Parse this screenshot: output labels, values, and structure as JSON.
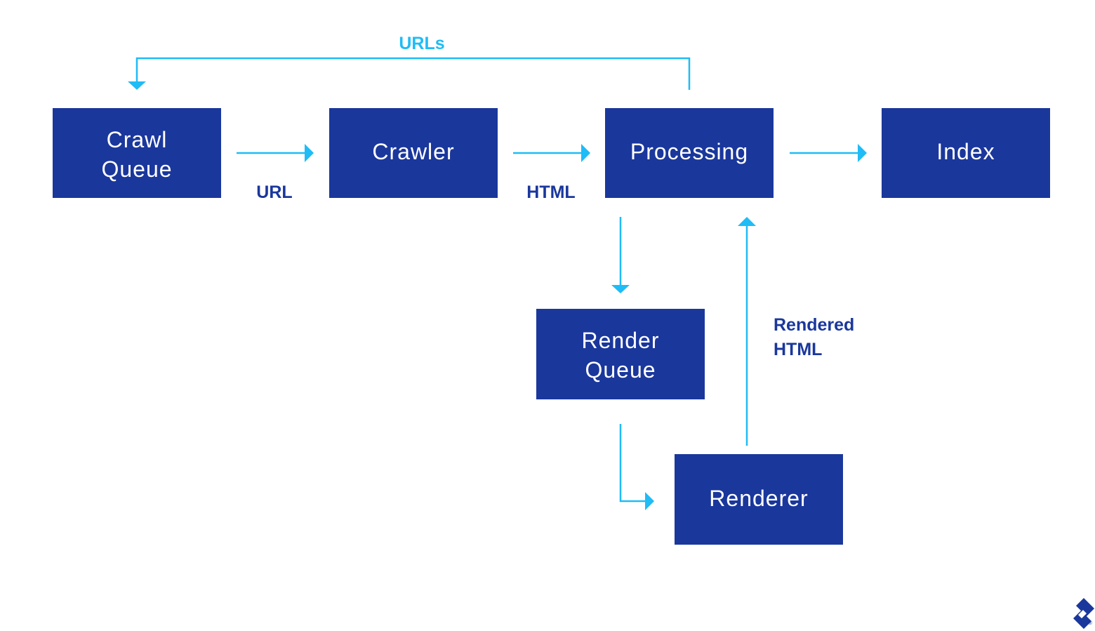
{
  "colors": {
    "box_fill": "#1a379c",
    "box_text": "#ffffff",
    "arrow": "#1fbcf6",
    "label_dark": "#1a379c",
    "label_light": "#1fbcf6",
    "background": "#ffffff"
  },
  "nodes": {
    "crawl_queue": {
      "line1": "Crawl",
      "line2": "Queue"
    },
    "crawler": {
      "label": "Crawler"
    },
    "processing": {
      "label": "Processing"
    },
    "index": {
      "label": "Index"
    },
    "render_queue": {
      "line1": "Render",
      "line2": "Queue"
    },
    "renderer": {
      "label": "Renderer"
    }
  },
  "edges": {
    "urls_feedback": {
      "label": "URLs",
      "from": "Processing",
      "to": "Crawl Queue"
    },
    "crawl_queue_to_crawler": {
      "label": "URL",
      "from": "Crawl Queue",
      "to": "Crawler"
    },
    "crawler_to_processing": {
      "label": "HTML",
      "from": "Crawler",
      "to": "Processing"
    },
    "processing_to_index": {
      "label": "",
      "from": "Processing",
      "to": "Index"
    },
    "processing_to_render_queue": {
      "label": "",
      "from": "Processing",
      "to": "Render Queue"
    },
    "render_queue_to_renderer": {
      "label": "",
      "from": "Render Queue",
      "to": "Renderer"
    },
    "renderer_to_processing": {
      "line1": "Rendered",
      "line2": "HTML",
      "from": "Renderer",
      "to": "Processing"
    }
  },
  "logo": {
    "icon": "toptal-logo-icon",
    "mark": "®"
  }
}
